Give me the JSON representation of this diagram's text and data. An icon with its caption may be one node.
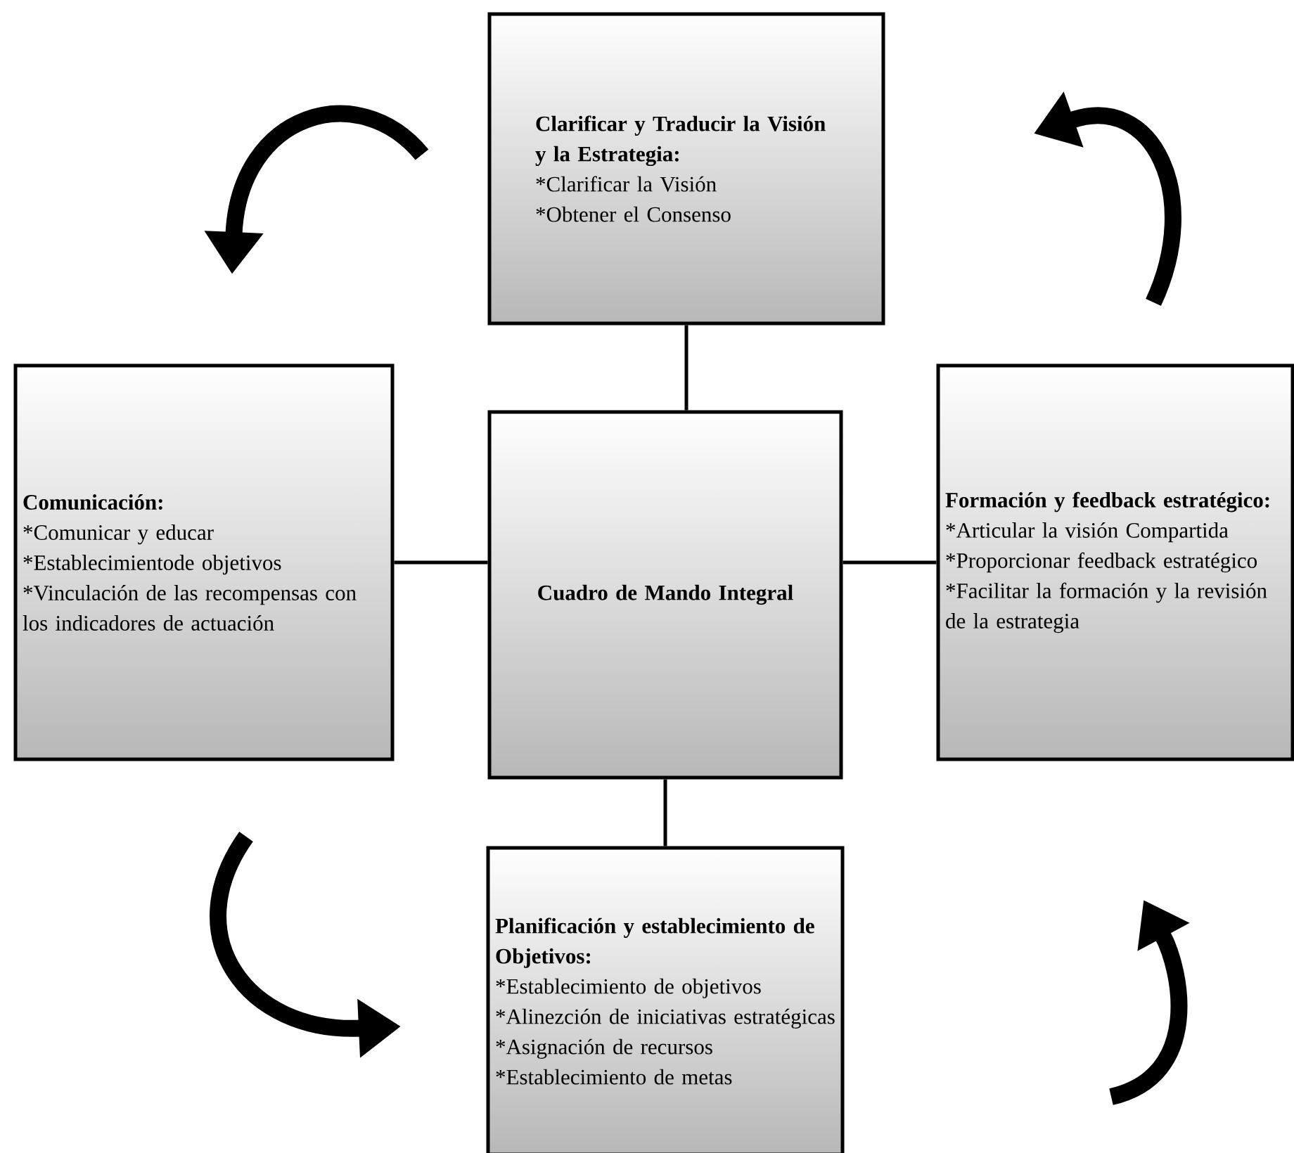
{
  "diagram": {
    "nodes": [
      {
        "text": [
          "Clarificar y Traducir la Visión y la Estrategia:",
          "*Clarificar la Visión",
          "*Obtener el Consenso"
        ]
      },
      {
        "text": [
          "Comunicación:",
          "*Comunicar y educar",
          "*Establecimientode objetivos",
          "*Vinculación de las recompensas con los indicadores de actuación"
        ]
      },
      {
        "text": [
          "Cuadro de Mando Integral"
        ]
      },
      {
        "text": [
          "Formación y feedback estratégico:",
          "*Articular la visión Compartida",
          "*Proporcionar feedback estratégico",
          "*Facilitar la formación y la revisión de la estrategia"
        ]
      },
      {
        "text": [
          "Planificación y establecimiento de Objetivos:",
          "*Establecimiento de objetivos",
          "*Alinezción de iniciativas estratégicas",
          "*Asignación de recursos",
          "*Establecimiento de metas"
        ]
      }
    ],
    "edges": [
      {
        "from": 2,
        "to": 0,
        "arrow": "none"
      },
      {
        "from": 2,
        "to": 1,
        "arrow": "none"
      },
      {
        "from": 2,
        "to": 3,
        "arrow": "none"
      },
      {
        "from": 2,
        "to": 4,
        "arrow": "none"
      }
    ]
  }
}
